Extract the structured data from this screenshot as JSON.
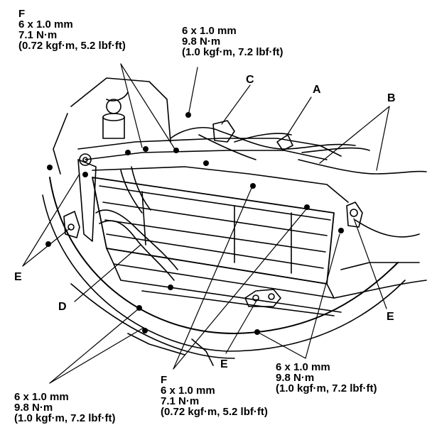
{
  "colors": {
    "ink": "#000000",
    "paper": "#ffffff"
  },
  "labels": {
    "A": "A",
    "B": "B",
    "C": "C",
    "D": "D",
    "E": "E",
    "F": "F"
  },
  "specs": {
    "top_left": {
      "letter": "F",
      "line1": "6 x 1.0 mm",
      "line2": "7.1 N·m",
      "line3": "(0.72 kgf·m, 5.2 lbf·ft)"
    },
    "top_center": {
      "line1": "6 x 1.0 mm",
      "line2": "9.8 N·m",
      "line3": "(1.0 kgf·m, 7.2 lbf·ft)"
    },
    "bottom_left": {
      "line1": "6 x 1.0 mm",
      "line2": "9.8 N·m",
      "line3": "(1.0 kgf·m, 7.2 lbf·ft)"
    },
    "bottom_center": {
      "letter": "F",
      "line1": "6 x 1.0 mm",
      "line2": "7.1 N·m",
      "line3": "(0.72 kgf·m, 5.2 lbf·ft)"
    },
    "bottom_right": {
      "line1": "6 x 1.0 mm",
      "line2": "9.8 N·m",
      "line3": "(1.0 kgf·m, 7.2 lbf·ft)"
    }
  }
}
